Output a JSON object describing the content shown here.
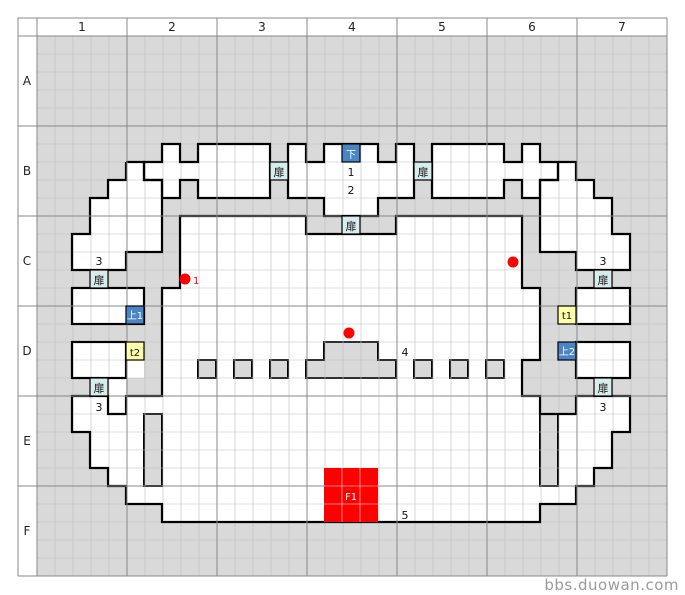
{
  "grid": {
    "columns": [
      "1",
      "2",
      "3",
      "4",
      "5",
      "6",
      "7"
    ],
    "rows": [
      "A",
      "B",
      "C",
      "D",
      "E",
      "F"
    ]
  },
  "colors": {
    "void": "#d9d9d9",
    "floor": "#ffffff",
    "wall": "#000000",
    "minor_grid": "#bdbdbd",
    "major_grid": "#888888",
    "door": "#d8ecec",
    "stairs_down": "#4a86c6",
    "stairs_up": "#4a86c6",
    "teleport": "#ffffaa",
    "encounter": "#ff0000",
    "boss_area": "#ff0000"
  },
  "markers": {
    "door_label": "扉",
    "stairs_down_label": "下",
    "stairs_up_1_label": "上1",
    "stairs_up_2_label": "上2",
    "teleport_1_label": "t1",
    "teleport_2_label": "t2",
    "encounter_1_label": "1",
    "boss_label": "F1"
  },
  "area_labels": {
    "label_1": "1",
    "label_2": "2",
    "label_3_upper_left": "3",
    "label_3_upper_right": "3",
    "label_3_lower_left": "3",
    "label_3_lower_right": "3",
    "label_4": "4",
    "label_5": "5"
  },
  "watermark": "bbs.duowan.com"
}
